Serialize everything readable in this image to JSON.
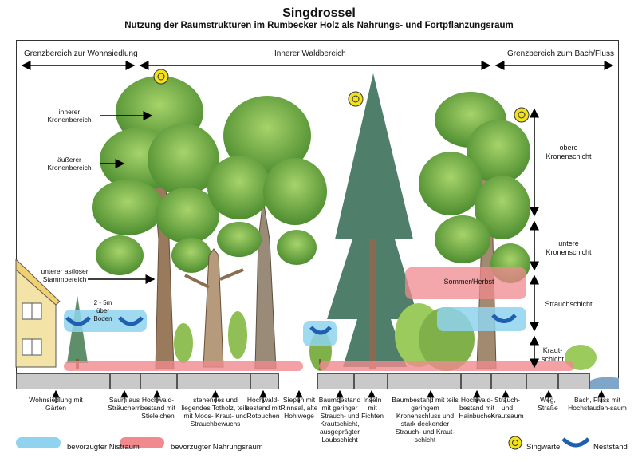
{
  "header": {
    "title": "Singdrossel",
    "subtitle": "Nutzung der Raumstrukturen im Rumbecker Holz als Nahrungs- und Fortpflanzungsraum"
  },
  "zones": {
    "left": "Grenzbereich zur Wohnsiedlung",
    "center": "Innerer Waldbereich",
    "right": "Grenzbereich zum Bach/Fluss"
  },
  "tree_labels": {
    "inner_crown": "innerer Kronenbereich",
    "outer_crown": "äußerer Kronenbereich",
    "lower_trunk": "unterer astloser Stammbereich",
    "nest_height": "2 - 5m über Boden",
    "season": "Sommer/Herbst"
  },
  "layers": {
    "upper_crown": "obere Kronenschicht",
    "lower_crown": "untere Kronenschicht",
    "shrub": "Strauchschicht",
    "herb": "Kraut-schicht"
  },
  "bottom_labels": [
    "Wohnsiedlung mit Gärten",
    "Saum aus Sträuchern",
    "Hochwald-bestand mit Stieleichen",
    "stehendes und liegendes Totholz, teils mit Moos- Kraut- und Strauchbewuchs",
    "Hochwald-bestand mit Rotbuchen",
    "Siepen mit Rinnsal, alte Hohlwege",
    "Baumbestand mit geringer Strauch- und Krautschicht, ausgeprägter Laubschicht",
    "Inseln mit Fichten",
    "Baumbestand mit teils geringem Kronenschluss und stark deckender Strauch- und Kraut-schicht",
    "Hochwald-bestand mit Hainbuchen",
    "Strauch- und Krautsaum",
    "Weg, Straße",
    "Bach, Fluss mit Hochstauden-saum"
  ],
  "legend": {
    "nest_space": "bevorzugter Nistraum",
    "food_space": "bevorzugter Nahrungsraum",
    "song_post": "Singwarte",
    "nest_site": "Neststand"
  },
  "colors": {
    "nest_blue": "#8fd3ef",
    "food_red": "#f08a8f",
    "song_yellow": "#f3e21a",
    "nest_dark": "#1f5fb0",
    "leaf_green": "#6fae3c",
    "leaf_dark": "#3f7f2a",
    "trunk": "#9a7a5c",
    "spruce": "#4f7f6a"
  }
}
